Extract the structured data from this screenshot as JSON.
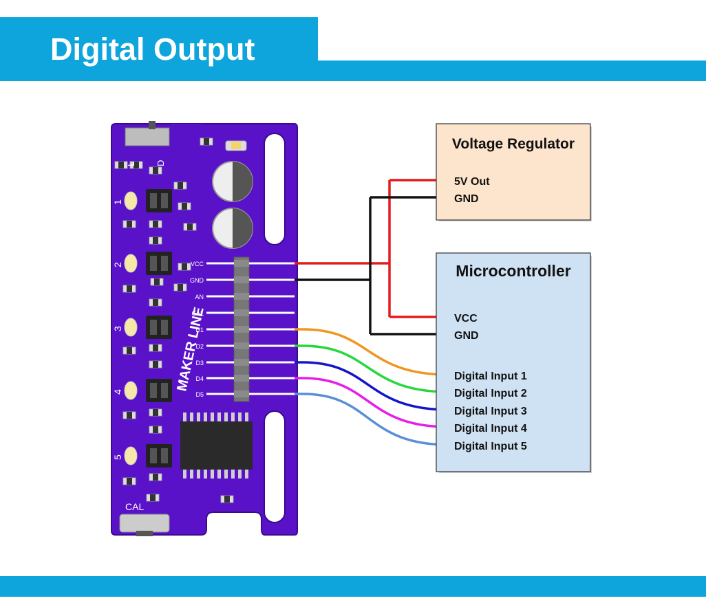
{
  "header": {
    "title": "Digital Output"
  },
  "board": {
    "brand": "MAKER LINE",
    "sensor_numbers": [
      "1",
      "2",
      "3",
      "4",
      "5"
    ],
    "switch_labels": [
      "L",
      "D"
    ],
    "cal_label": "CAL",
    "pin_labels": [
      "VCC",
      "GND",
      "AN",
      "CAL",
      "D1",
      "D2",
      "D3",
      "D4",
      "D5"
    ],
    "color": "#5a12c8"
  },
  "voltage_regulator": {
    "title": "Voltage Regulator",
    "pins": [
      "5V Out",
      "GND"
    ],
    "fill": "#fde4cc"
  },
  "microcontroller": {
    "title": "Microcontroller",
    "pins": [
      "VCC",
      "GND",
      "Digital Input 1",
      "Digital Input 2",
      "Digital Input 3",
      "Digital Input 4",
      "Digital Input 5"
    ],
    "fill": "#cfe2f3"
  },
  "wire_colors": {
    "power": "#e41b1b",
    "ground": "#111111",
    "d1": "#f0961e",
    "d2": "#27d83b",
    "d3": "#1414c8",
    "d4": "#e61ee6",
    "d5": "#5a8fd6"
  },
  "accent": "#0ea5dc"
}
